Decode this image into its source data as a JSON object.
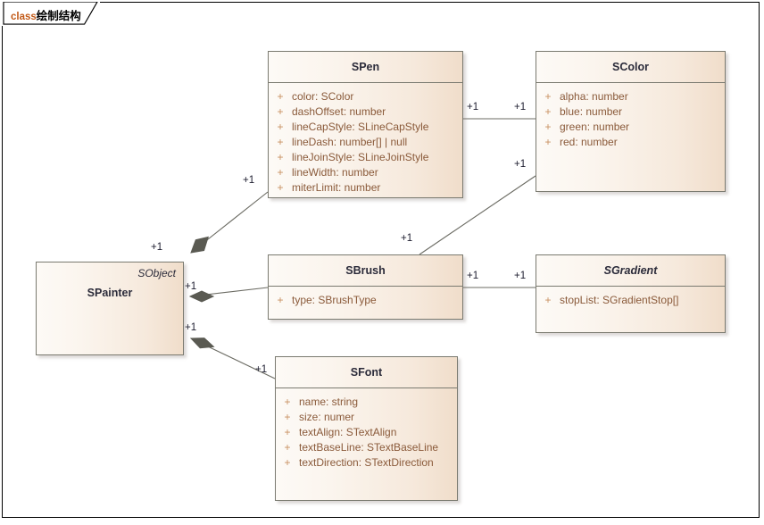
{
  "diagram": {
    "tab": {
      "keyword": "class",
      "name": "绘制结构"
    },
    "colors": {
      "box_border": "#7a7a70",
      "box_fill_light": "#fdfaf6",
      "box_fill_dark": "#f0ddca",
      "title_text": "#2b2b3a",
      "attr_text": "#8a5a3a",
      "visibility_text": "#c89060",
      "keyword_text": "#c25a18",
      "link_line": "#6b6b63",
      "diamond_fill": "#5a5a52",
      "mult_text": "#1c1c2e"
    }
  },
  "classes": [
    {
      "id": "spen",
      "name": "SPen",
      "abstract": false,
      "attributes": [
        {
          "visibility": "+",
          "signature": "color: SColor"
        },
        {
          "visibility": "+",
          "signature": "dashOffset: number"
        },
        {
          "visibility": "+",
          "signature": "lineCapStyle: SLineCapStyle"
        },
        {
          "visibility": "+",
          "signature": "lineDash: number[] | null"
        },
        {
          "visibility": "+",
          "signature": "lineJoinStyle: SLineJoinStyle"
        },
        {
          "visibility": "+",
          "signature": "lineWidth: number"
        },
        {
          "visibility": "+",
          "signature": "miterLimit: number"
        }
      ]
    },
    {
      "id": "scolor",
      "name": "SColor",
      "abstract": false,
      "attributes": [
        {
          "visibility": "+",
          "signature": "alpha: number"
        },
        {
          "visibility": "+",
          "signature": "blue: number"
        },
        {
          "visibility": "+",
          "signature": "green: number"
        },
        {
          "visibility": "+",
          "signature": "red: number"
        }
      ]
    },
    {
      "id": "sbrush",
      "name": "SBrush",
      "abstract": false,
      "attributes": [
        {
          "visibility": "+",
          "signature": "type: SBrushType"
        }
      ]
    },
    {
      "id": "sgradient",
      "name": "SGradient",
      "abstract": true,
      "attributes": [
        {
          "visibility": "+",
          "signature": "stopList: SGradientStop[]"
        }
      ]
    },
    {
      "id": "sfont",
      "name": "SFont",
      "abstract": false,
      "attributes": [
        {
          "visibility": "+",
          "signature": "name: string"
        },
        {
          "visibility": "+",
          "signature": "size: numer"
        },
        {
          "visibility": "+",
          "signature": "textAlign: STextAlign"
        },
        {
          "visibility": "+",
          "signature": "textBaseLine: STextBaseLine"
        },
        {
          "visibility": "+",
          "signature": "textDirection: STextDirection"
        }
      ]
    }
  ],
  "painter": {
    "id": "spainter",
    "name": "SPainter",
    "stereotype": "SObject"
  },
  "multiplicities": [
    {
      "id": "m-painter-pen",
      "label": "+1"
    },
    {
      "id": "m-pen-painter",
      "label": "+1"
    },
    {
      "id": "m-pen-color",
      "label": "+1"
    },
    {
      "id": "m-color-pen",
      "label": "+1"
    },
    {
      "id": "m-painter-brush",
      "label": "+1"
    },
    {
      "id": "m-brush-painter",
      "label": "+1"
    },
    {
      "id": "m-brush-gradient",
      "label": "+1"
    },
    {
      "id": "m-gradient-brush",
      "label": "+1"
    },
    {
      "id": "m-color-brush",
      "label": "+1"
    },
    {
      "id": "m-brush-color",
      "label": "+1"
    },
    {
      "id": "m-painter-font",
      "label": "+1"
    },
    {
      "id": "m-font-painter",
      "label": "+1"
    }
  ]
}
